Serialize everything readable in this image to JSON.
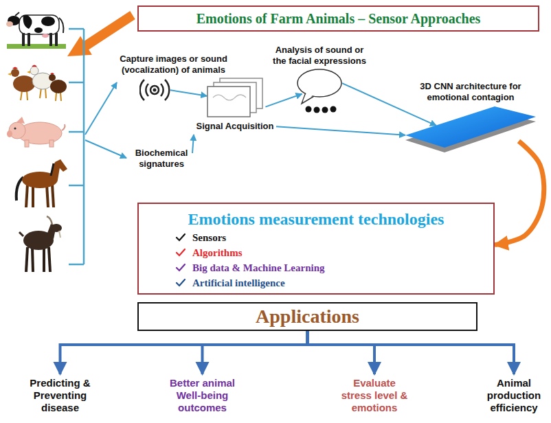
{
  "diagram": {
    "title": "Emotions of Farm Animals – Sensor Approaches",
    "nodes": [
      {
        "text": [
          "Capture images or sound (vocalization) of animals"
        ]
      },
      {
        "text": [
          "Biochemical signatures"
        ]
      },
      {
        "text": [
          "Signal Acquisition"
        ]
      },
      {
        "text": [
          "Analysis of sound or the facial expressions"
        ]
      },
      {
        "text": [
          "3D CNN architecture for emotional contagion"
        ]
      },
      {
        "text": [
          "Emotions measurement technologies",
          "Sensors",
          "Algorithms",
          "Big data & Machine Learning",
          "Artificial intelligence"
        ]
      },
      {
        "text": [
          "Applications"
        ]
      },
      {
        "text": [
          "Predicting & Preventing disease"
        ]
      },
      {
        "text": [
          "Better animal Well-being outcomes"
        ]
      },
      {
        "text": [
          "Evaluate stress level & emotions"
        ]
      },
      {
        "text": [
          "Animal production efficiency"
        ]
      }
    ],
    "edges": [
      {
        "from": 0,
        "to": 2,
        "arrow": "to"
      },
      {
        "from": 1,
        "to": 2,
        "arrow": "to"
      },
      {
        "from": 2,
        "to": 3,
        "arrow": "to"
      },
      {
        "from": 2,
        "to": 4,
        "arrow": "to"
      },
      {
        "from": 3,
        "to": 4,
        "arrow": "to"
      },
      {
        "from": 4,
        "to": 5,
        "arrow": "to"
      },
      {
        "from": 6,
        "to": 7,
        "arrow": "to"
      },
      {
        "from": 6,
        "to": 8,
        "arrow": "to"
      },
      {
        "from": 6,
        "to": 9,
        "arrow": "to"
      },
      {
        "from": 6,
        "to": 10,
        "arrow": "to"
      }
    ]
  }
}
